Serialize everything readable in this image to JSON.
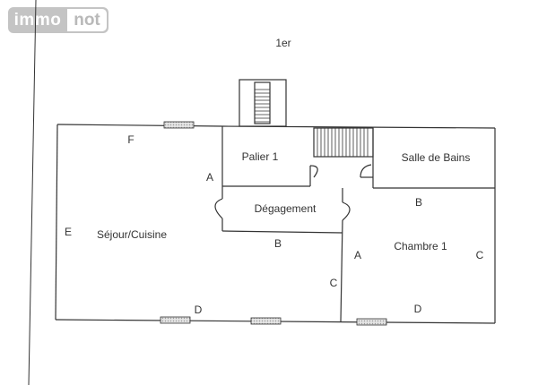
{
  "logo": {
    "part1": "immo",
    "part2": "not"
  },
  "plan": {
    "floor_label": "1er",
    "rooms": [
      {
        "name": "Séjour/Cuisine"
      },
      {
        "name": "Palier 1"
      },
      {
        "name": "Salle de Bains"
      },
      {
        "name": "Dégagement"
      },
      {
        "name": "Chambre 1"
      }
    ],
    "wall_labels": {
      "sejour_f": "F",
      "sejour_a": "A",
      "sejour_e": "E",
      "sejour_b": "B",
      "sejour_c": "C",
      "sejour_d": "D",
      "chambre_b": "B",
      "chambre_a": "A",
      "chambre_c": "C",
      "chambre_d": "D"
    }
  },
  "colors": {
    "line": "#333333",
    "window_fill": "#d8d8d8",
    "logo_gray": "#c4c4c4"
  }
}
